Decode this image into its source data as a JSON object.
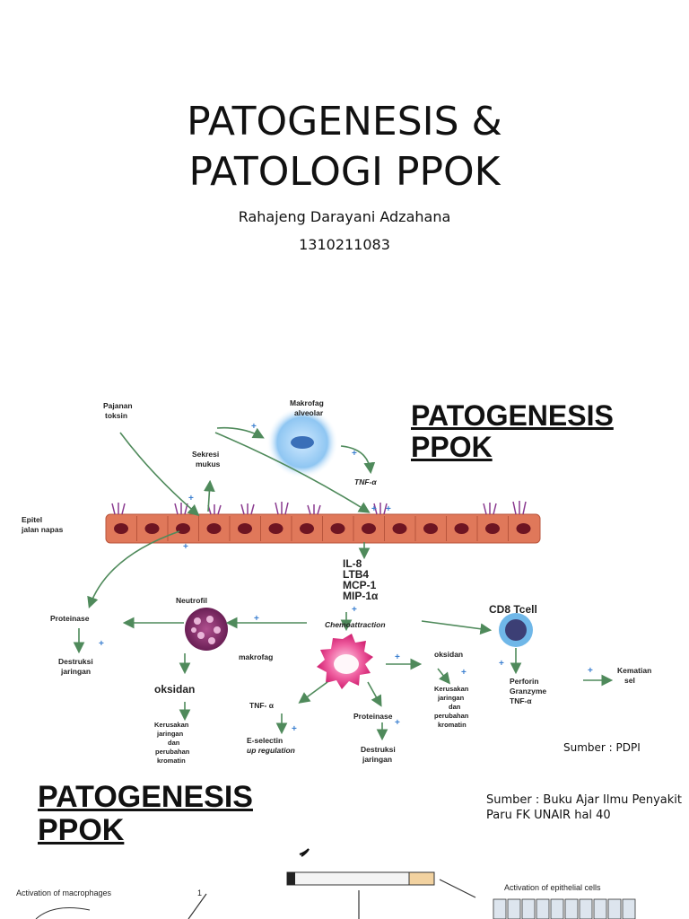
{
  "slide": {
    "title": "PATOGENESIS &\nPATOLOGI PPOK",
    "author": "Rahajeng Darayani Adzahana",
    "nim": "1310211083"
  },
  "section1": {
    "title_line1": "PATOGENESIS",
    "title_line2": "PPOK",
    "source": "Sumber : PDPI"
  },
  "section2": {
    "title_line1": "PATOGENESIS",
    "title_line2": "PPOK",
    "source": "Sumber : Buku Ajar Ilmu Penyakit Paru FK UNAIR hal 40"
  },
  "diagram1": {
    "labels": {
      "pajanan_1": "Pajanan",
      "pajanan_2": "toksin",
      "makrofag_1": "Makrofag",
      "makrofag_2": "alveolar",
      "sekresi_1": "Sekresi",
      "sekresi_2": "mukus",
      "tnf_top": "TNF-α",
      "epitel_1": "Epitel",
      "epitel_2": "jalan napas",
      "il8": "IL-8",
      "ltb4": "LTB4",
      "mcp1": "MCP-1",
      "mip1": "MIP-1α",
      "neutrofil": "Neutrofil",
      "proteinase_left": "Proteinase",
      "destruksi_left_1": "Destruksi",
      "destruksi_left_2": "jaringan",
      "chemo": "Chemoattraction",
      "cd8": "CD8 Tcell",
      "makrofag_mid": "makrofag",
      "oksidan_big": "oksidan",
      "kerusakan_left_1": "Kerusakan",
      "kerusakan_left_2": "jaringan",
      "kerusakan_left_3": "dan",
      "kerusakan_left_4": "perubahan",
      "kerusakan_left_5": "kromatin",
      "tnf_mid": "TNF- α",
      "eselectin_1": "E-selectin",
      "eselectin_2": "up regulation",
      "proteinase_mid": "Proteinase",
      "destruksi_mid_1": "Destruksi",
      "destruksi_mid_2": "jaringan",
      "oksidan_right": "oksidan",
      "kerusakan_right_1": "Kerusakan",
      "kerusakan_right_2": "jaringan",
      "kerusakan_right_3": "dan",
      "kerusakan_right_4": "perubahan",
      "kerusakan_right_5": "kromatin",
      "perforin": "Perforin",
      "granzyme": "Granzyme",
      "tnf_right": "TNF-α",
      "kematian_1": "Kematian",
      "kematian_2": "sel"
    }
  },
  "diagram2": {
    "labels": {
      "activation_macrophages": "Activation of macrophages",
      "activation_epithelial": "Activation of epithelial cells",
      "step1": "1"
    }
  },
  "colors": {
    "arrow": "#4f8a5b",
    "plus": "#3b7fd0",
    "epithelium": "#e0785a",
    "nucleus": "#6e1522",
    "cilia": "#8a3a8f"
  }
}
